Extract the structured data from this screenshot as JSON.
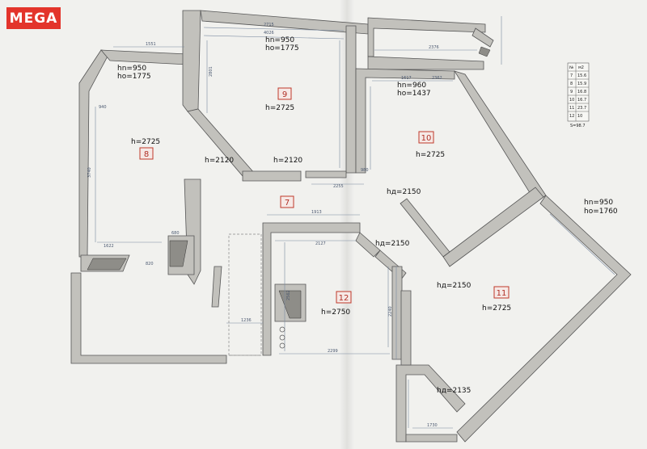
{
  "brand": {
    "logo_text": "MEGA"
  },
  "rooms": [
    {
      "number": "8",
      "height": "h=2725"
    },
    {
      "number": "9",
      "height": "h=2725"
    },
    {
      "number": "10",
      "height": "h=2725"
    },
    {
      "number": "7",
      "height": ""
    },
    {
      "number": "12",
      "height": "h=2750"
    },
    {
      "number": "11",
      "height": "h=2725"
    }
  ],
  "openings": [
    {
      "hn": "hn=950",
      "ho": "ho=1775"
    },
    {
      "hn": "hn=950",
      "ho": "ho=1775"
    },
    {
      "hn": "hn=960",
      "ho": "ho=1437"
    },
    {
      "hn": "hn=950",
      "ho": "ho=1760"
    }
  ],
  "door_heights": [
    "h=2120",
    "h=2120",
    "hд=2150",
    "hд=2150",
    "hд=2150",
    "hд=2135"
  ],
  "dimensions": {
    "top_room9": "2715",
    "top_room9_b": "4026",
    "balcony": "2376",
    "room8_top": "1551",
    "room8_left": "3740",
    "room9_left": "2801",
    "room10_top": "1617",
    "room10_inner": "2362",
    "corridor_a": "2255",
    "corridor_b": "1913",
    "corridor_c": "2127",
    "room12_left": "2562",
    "room12_bottom": "2299",
    "room8_bottom": "1622",
    "corridor_bottom": "1236",
    "room11_bottom": "1730",
    "room11_side": "2240",
    "small_a": "940",
    "small_b": "980",
    "small_c": "820",
    "small_d": "680"
  },
  "table": {
    "header": [
      "№",
      "м2"
    ],
    "rows": [
      [
        "7",
        "15.6"
      ],
      [
        "8",
        "15.9"
      ],
      [
        "9",
        "16.8"
      ],
      [
        "10",
        "16.7"
      ],
      [
        "11",
        "23.7"
      ],
      [
        "12",
        "10"
      ]
    ],
    "footer": "S=98.7"
  }
}
